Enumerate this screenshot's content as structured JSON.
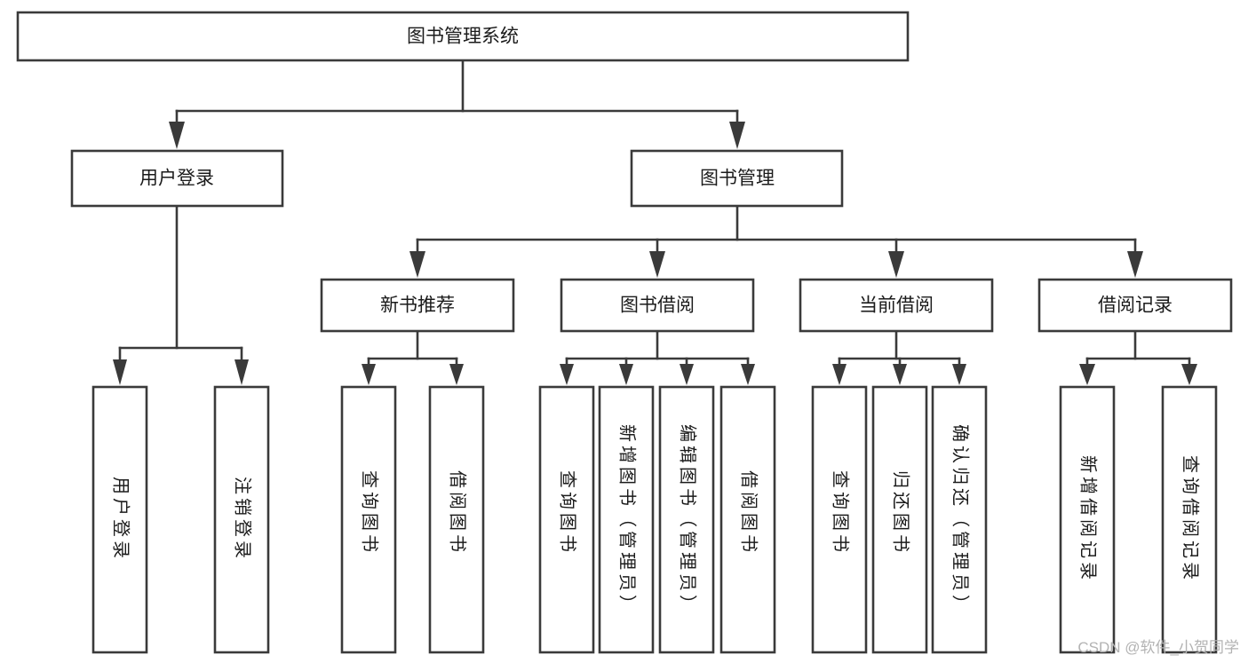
{
  "diagram": {
    "type": "tree-hierarchy",
    "title": "图书管理系统",
    "orientation": "top-down",
    "colors": {
      "box_fill": "#ffffff",
      "box_stroke": "#3a3a3a",
      "text": "#1b1b1b",
      "background": "#ffffff",
      "watermark": "#b3b3b3"
    },
    "levels": {
      "root": {
        "label": "图书管理系统"
      },
      "level2": [
        {
          "id": "user-login",
          "label": "用户登录"
        },
        {
          "id": "book-management",
          "label": "图书管理"
        }
      ],
      "level3": [
        {
          "id": "new-book-recommend",
          "label": "新书推荐",
          "parent": "book-management"
        },
        {
          "id": "book-borrow",
          "label": "图书借阅",
          "parent": "book-management"
        },
        {
          "id": "current-borrow",
          "label": "当前借阅",
          "parent": "book-management"
        },
        {
          "id": "borrow-record",
          "label": "借阅记录",
          "parent": "book-management"
        }
      ],
      "leaves": [
        {
          "id": "leaf-user-login",
          "label": "用户登录",
          "parent": "user-login"
        },
        {
          "id": "leaf-logout-login",
          "label": "注销登录",
          "parent": "user-login"
        },
        {
          "id": "leaf-query-book-1",
          "label": "查询图书",
          "parent": "new-book-recommend"
        },
        {
          "id": "leaf-borrow-book-1",
          "label": "借阅图书",
          "parent": "new-book-recommend"
        },
        {
          "id": "leaf-query-book-2",
          "label": "查询图书",
          "parent": "book-borrow"
        },
        {
          "id": "leaf-add-book",
          "label": "新增图书（管理员）",
          "parent": "book-borrow"
        },
        {
          "id": "leaf-edit-book",
          "label": "编辑图书（管理员）",
          "parent": "book-borrow"
        },
        {
          "id": "leaf-borrow-book-2",
          "label": "借阅图书",
          "parent": "book-borrow"
        },
        {
          "id": "leaf-query-book-3",
          "label": "查询图书",
          "parent": "current-borrow"
        },
        {
          "id": "leaf-return-book",
          "label": "归还图书",
          "parent": "current-borrow"
        },
        {
          "id": "leaf-confirm-return",
          "label": "确认归还（管理员）",
          "parent": "current-borrow"
        },
        {
          "id": "leaf-add-record",
          "label": "新增借阅记录",
          "parent": "borrow-record"
        },
        {
          "id": "leaf-query-record",
          "label": "查询借阅记录",
          "parent": "borrow-record"
        }
      ]
    }
  },
  "watermark": {
    "text": "CSDN @软件_小贺同学"
  }
}
